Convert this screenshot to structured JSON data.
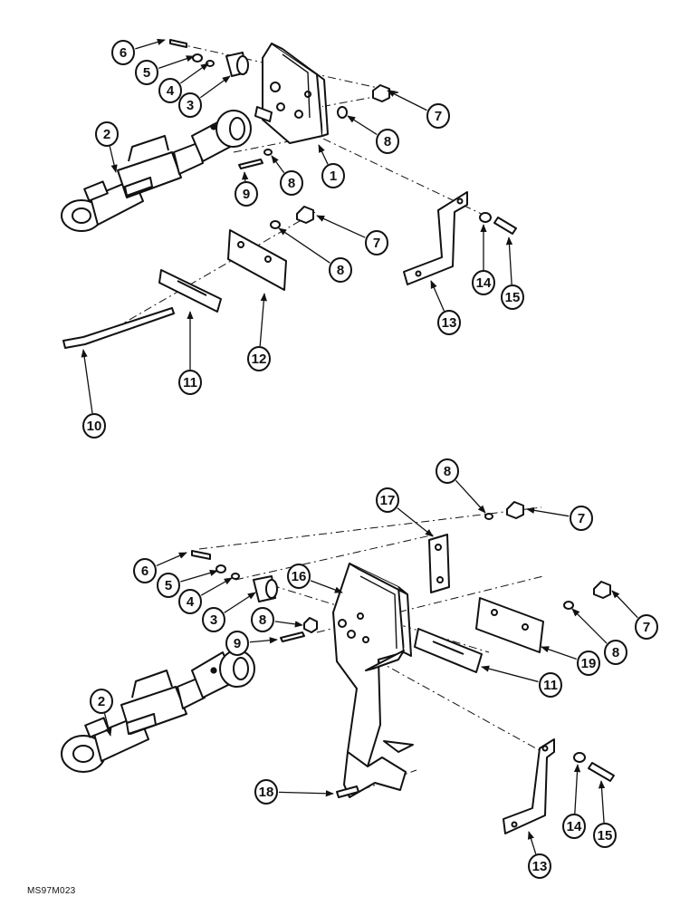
{
  "figure": {
    "code": "MS97M023",
    "accent_color": "#111111"
  },
  "upper_assembly": {
    "callouts": [
      "6",
      "5",
      "4",
      "3",
      "2",
      "1",
      "7",
      "8",
      "9",
      "8",
      "7",
      "8",
      "10",
      "11",
      "12",
      "13",
      "14",
      "15"
    ]
  },
  "lower_assembly": {
    "callouts": [
      "8",
      "17",
      "7",
      "6",
      "16",
      "5",
      "4",
      "3",
      "8",
      "9",
      "8",
      "7",
      "19",
      "11",
      "2",
      "18",
      "14",
      "15",
      "13"
    ]
  }
}
